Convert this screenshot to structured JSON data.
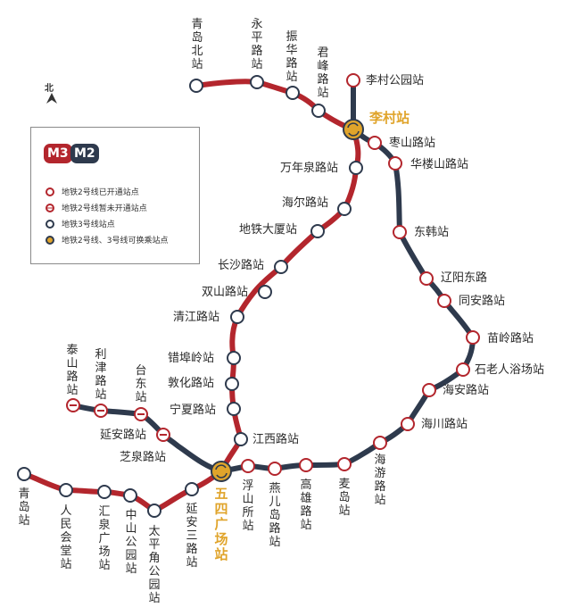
{
  "compass": "北",
  "legend": {
    "badge_m3": "M3",
    "badge_m2": "M2",
    "items": [
      {
        "label": "地铁2号线已开通站点",
        "marker": "open-station"
      },
      {
        "label": "地铁2号线暂未开通站点",
        "marker": "unopened-station"
      },
      {
        "label": "地铁3号线站点",
        "marker": "line3-station"
      },
      {
        "label": "地铁2号线、3号线可换乘站点",
        "marker": "transfer-station"
      }
    ]
  },
  "colors": {
    "line3": "#b3262d",
    "line2": "#2e3a4d",
    "transfer": "#e0a42b",
    "station_fill": "#ffffff"
  },
  "stations": {
    "qingdao_north": "青岛北站",
    "yongping_road": "永平路站",
    "zhenhua_road": "振华路站",
    "junfeng_road": "君峰路站",
    "licun_park": "李村公园站",
    "licun": "李村站",
    "zaoshan_road": "枣山路站",
    "hualoushan_road": "华楼山路站",
    "wanquan_road": "万年泉路站",
    "haier_road": "海尔路站",
    "metro_building": "地铁大厦站",
    "donghan": "东韩站",
    "changsha_road": "长沙路站",
    "liaoyang_east": "辽阳东路",
    "shuangshan_road": "双山路站",
    "tongan_road": "同安路站",
    "qingjiang_road": "清江路站",
    "miaoling_road": "苗岭路站",
    "cuofuling": "错埠岭站",
    "shilaoren": "石老人浴场站",
    "dunhua_road": "敦化路站",
    "haian_road": "海安路站",
    "ningxia_road": "宁夏路站",
    "haichuan_road": "海川路站",
    "taishan_road": "泰山路站",
    "lijin_road": "利津路站",
    "taidong": "台东站",
    "yanan_road": "延安路站",
    "zhiquan_road": "芝泉路站",
    "jiangxi_road": "江西路站",
    "wusi_square": "五四广场站",
    "haiyou_road": "海游路站",
    "qingdao": "青岛站",
    "peoples_hall": "人民会堂站",
    "huiquan_square": "汇泉广场站",
    "zhongshan_park": "中山公园站",
    "taipingjiao_park": "太平角公园站",
    "yanan_three_road": "延安三路站",
    "fushansuo": "浮山所站",
    "yanerdao_road": "燕儿岛路站",
    "gaoxiong_road": "高雄路站",
    "maidao": "麦岛站"
  }
}
